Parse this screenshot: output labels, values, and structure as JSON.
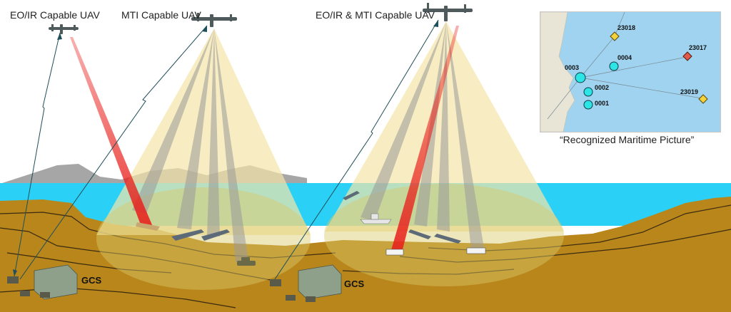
{
  "uav_labels": {
    "eoir": "EO/IR Capable UAV",
    "mti": "MTI Capable UAV",
    "eoir_mti": "EO/IR & MTI Capable UAV"
  },
  "gcs_label": "GCS",
  "map": {
    "caption": "“Recognized Maritime Picture”",
    "tracks": [
      "23018",
      "0004",
      "23017",
      "0003",
      "0002",
      "23019",
      "0001"
    ]
  },
  "colors": {
    "sea": "#2ad0f5",
    "ground": "#b8861b",
    "beam_cone": "#f5e6a8",
    "laser": "#e8201c",
    "map_water": "#9fd3f0",
    "friendly_track": "#2ce6e6",
    "unknown_track": "#f3d23a",
    "hostile_track": "#e05a4a"
  }
}
